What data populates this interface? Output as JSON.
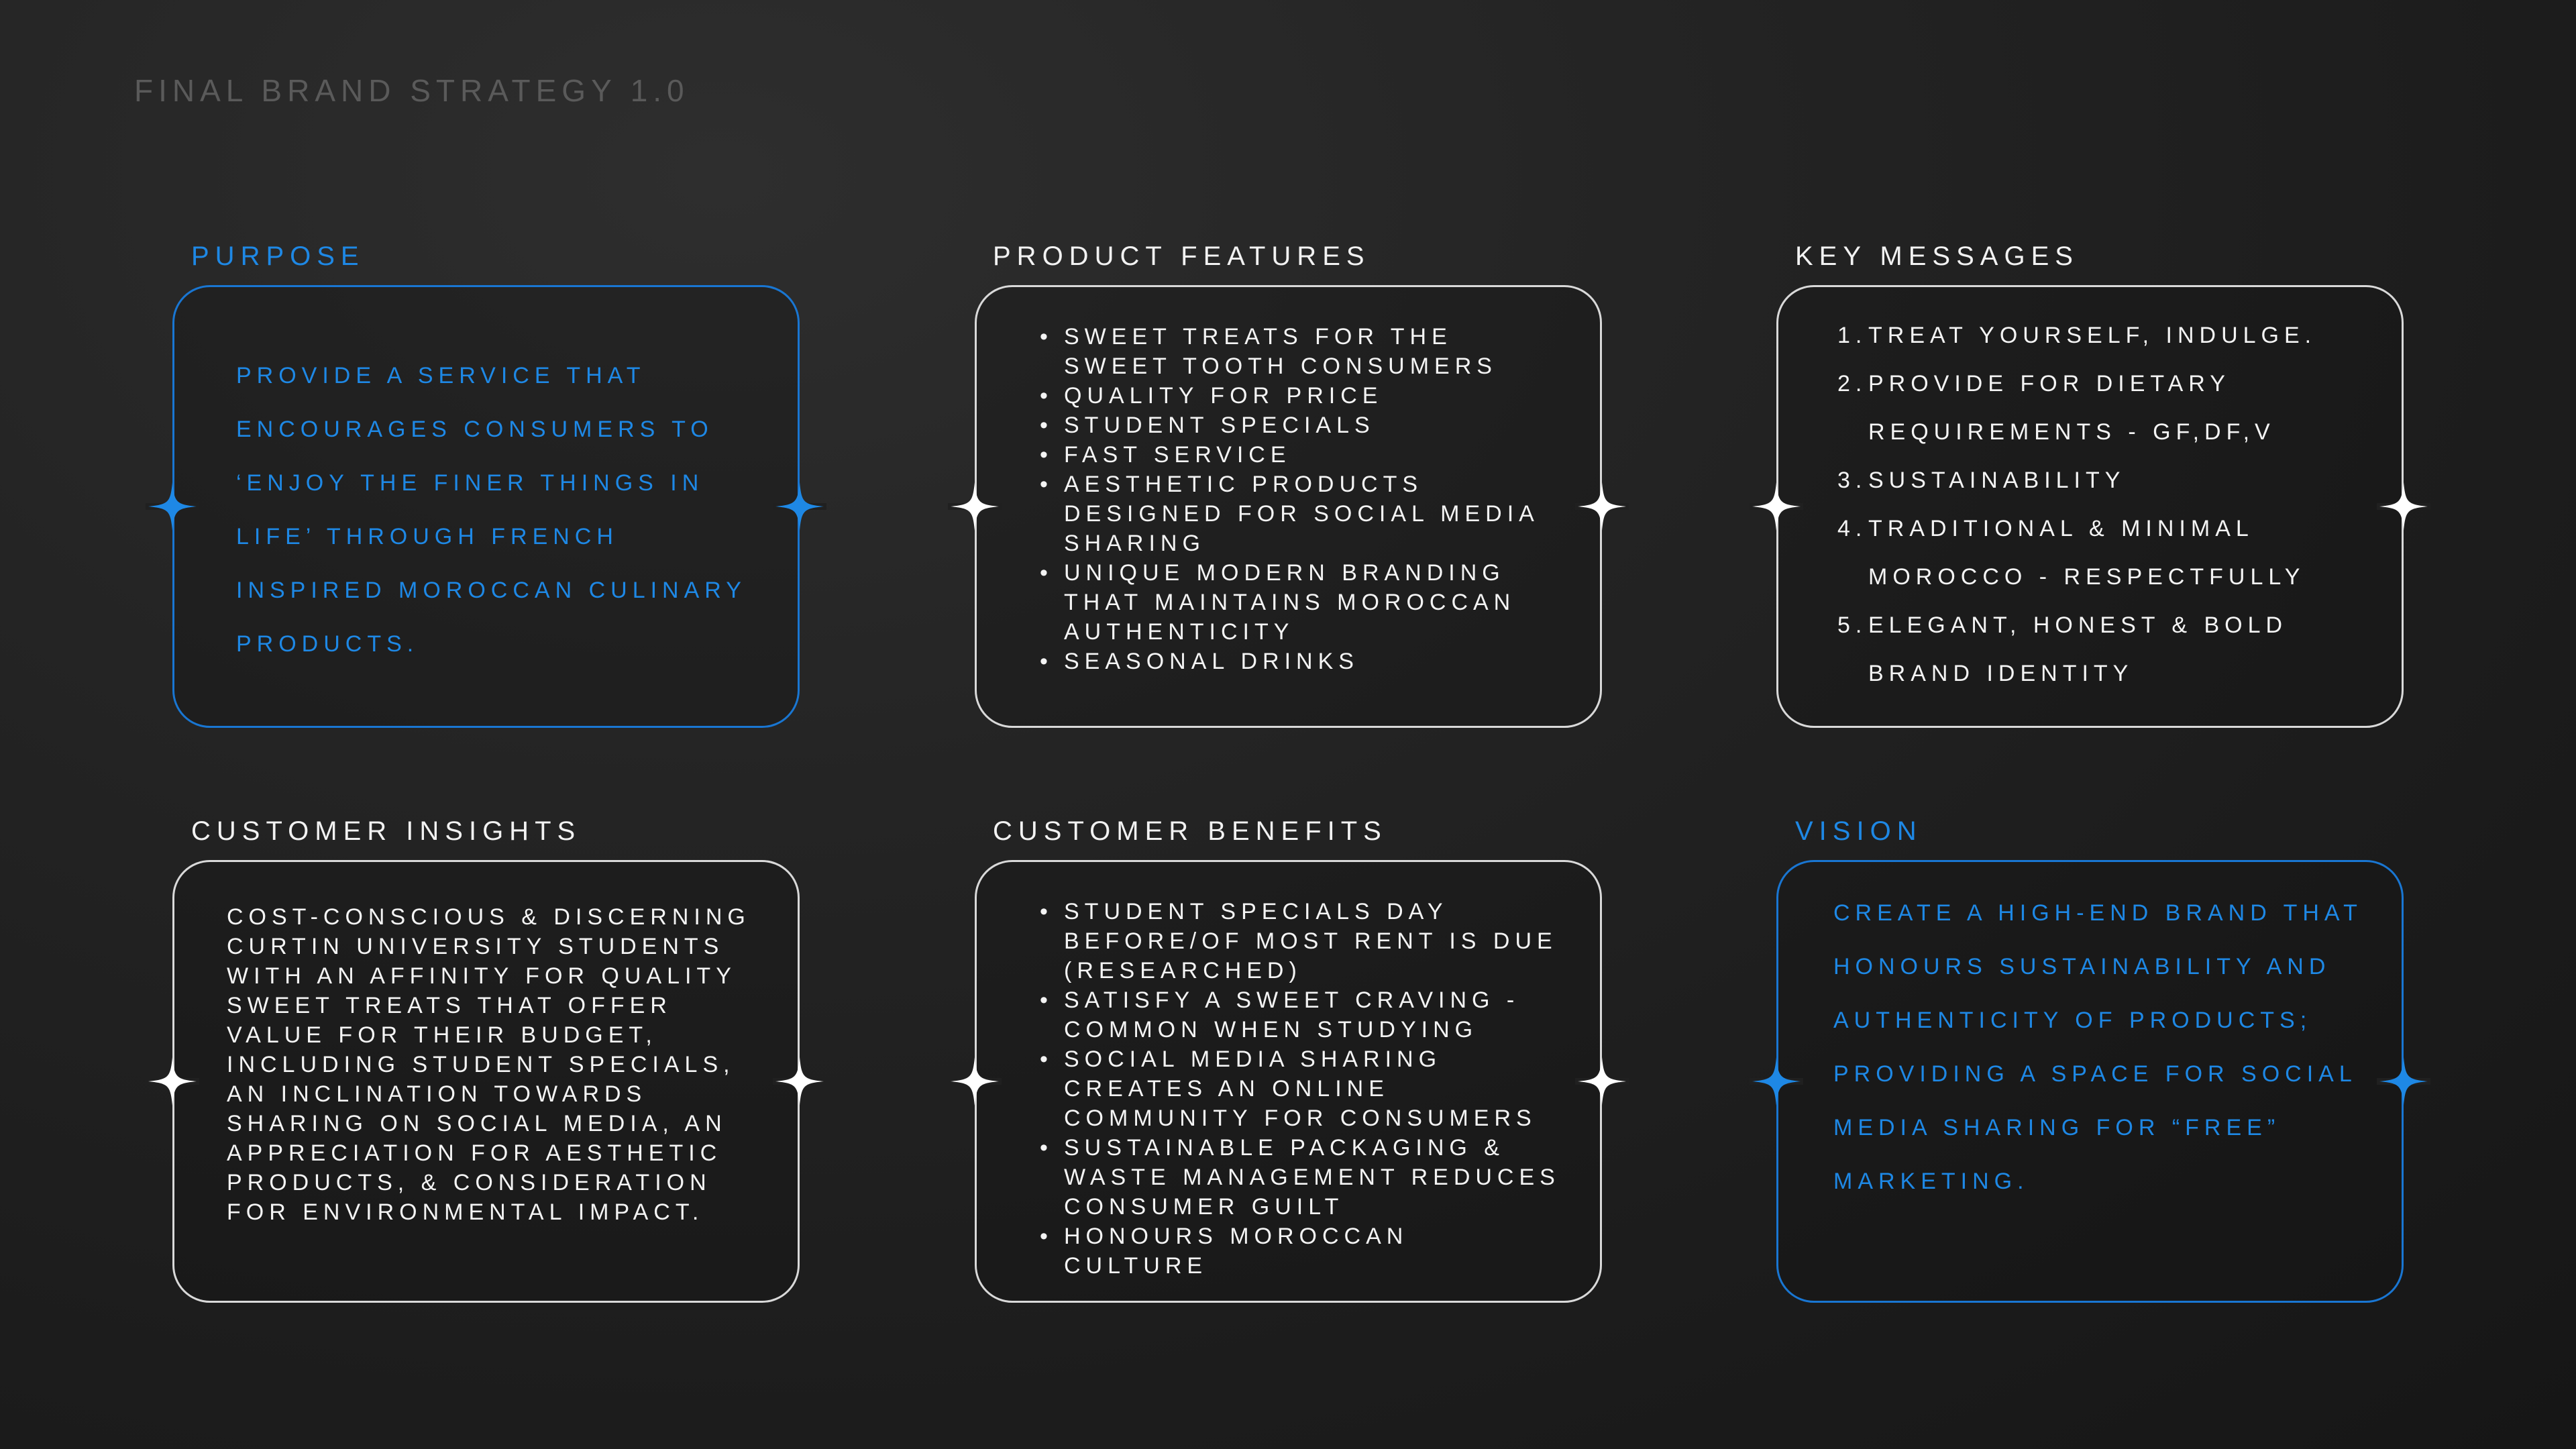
{
  "title": "FINAL BRAND STRATEGY 1.0",
  "colors": {
    "accent_blue": "#1e88e5",
    "text_white": "#f4f4f4",
    "title_grey": "#5a5a5a",
    "background": "#1c1c1c"
  },
  "icons": {
    "edge_marker": "four-point-sparkle-icon"
  },
  "sections": {
    "purpose": {
      "heading": "PURPOSE",
      "text": "PROVIDE A SERVICE THAT ENCOURAGES CONSUMERS TO ‘ENJOY THE FINER THINGS IN LIFE’ THROUGH FRENCH INSPIRED MOROCCAN CULINARY PRODUCTS."
    },
    "product_features": {
      "heading": "PRODUCT FEATURES",
      "items": [
        "SWEET TREATS FOR THE SWEET TOOTH CONSUMERS",
        "QUALITY FOR PRICE",
        "STUDENT SPECIALS",
        "FAST SERVICE",
        "AESTHETIC PRODUCTS DESIGNED FOR SOCIAL MEDIA SHARING",
        "UNIQUE MODERN BRANDING THAT MAINTAINS MOROCCAN AUTHENTICITY",
        "SEASONAL DRINKS"
      ]
    },
    "key_messages": {
      "heading": "KEY MESSAGES",
      "items": [
        {
          "num": "1.",
          "text": "TREAT YOURSELF, INDULGE."
        },
        {
          "num": "2.",
          "text": "PROVIDE FOR DIETARY REQUIREMENTS - GF,DF,V"
        },
        {
          "num": "3.",
          "text": "SUSTAINABILITY"
        },
        {
          "num": "4.",
          "text": "TRADITIONAL & MINIMAL MOROCCO - RESPECTFULLY"
        },
        {
          "num": "5.",
          "text": "ELEGANT, HONEST & BOLD BRAND IDENTITY"
        }
      ]
    },
    "customer_insights": {
      "heading": "CUSTOMER INSIGHTS",
      "text": "COST-CONSCIOUS & DISCERNING CURTIN UNIVERSITY STUDENTS WITH AN AFFINITY FOR QUALITY SWEET TREATS THAT OFFER VALUE FOR THEIR BUDGET, INCLUDING STUDENT SPECIALS, AN INCLINATION TOWARDS SHARING ON SOCIAL MEDIA, AN APPRECIATION FOR AESTHETIC PRODUCTS, & CONSIDERATION FOR ENVIRONMENTAL IMPACT."
    },
    "customer_benefits": {
      "heading": "CUSTOMER BENEFITS",
      "items": [
        "STUDENT SPECIALS DAY BEFORE/OF MOST RENT IS DUE (RESEARCHED)",
        "SATISFY A SWEET CRAVING - COMMON WHEN STUDYING",
        "SOCIAL MEDIA SHARING CREATES AN ONLINE COMMUNITY FOR CONSUMERS",
        "SUSTAINABLE PACKAGING & WASTE MANAGEMENT REDUCES CONSUMER GUILT",
        "HONOURS MOROCCAN CULTURE"
      ]
    },
    "vision": {
      "heading": "VISION",
      "text": "CREATE A HIGH-END BRAND THAT HONOURS SUSTAINABILITY AND AUTHENTICITY OF PRODUCTS; PROVIDING A SPACE FOR SOCIAL MEDIA SHARING FOR “FREE” MARKETING."
    }
  }
}
